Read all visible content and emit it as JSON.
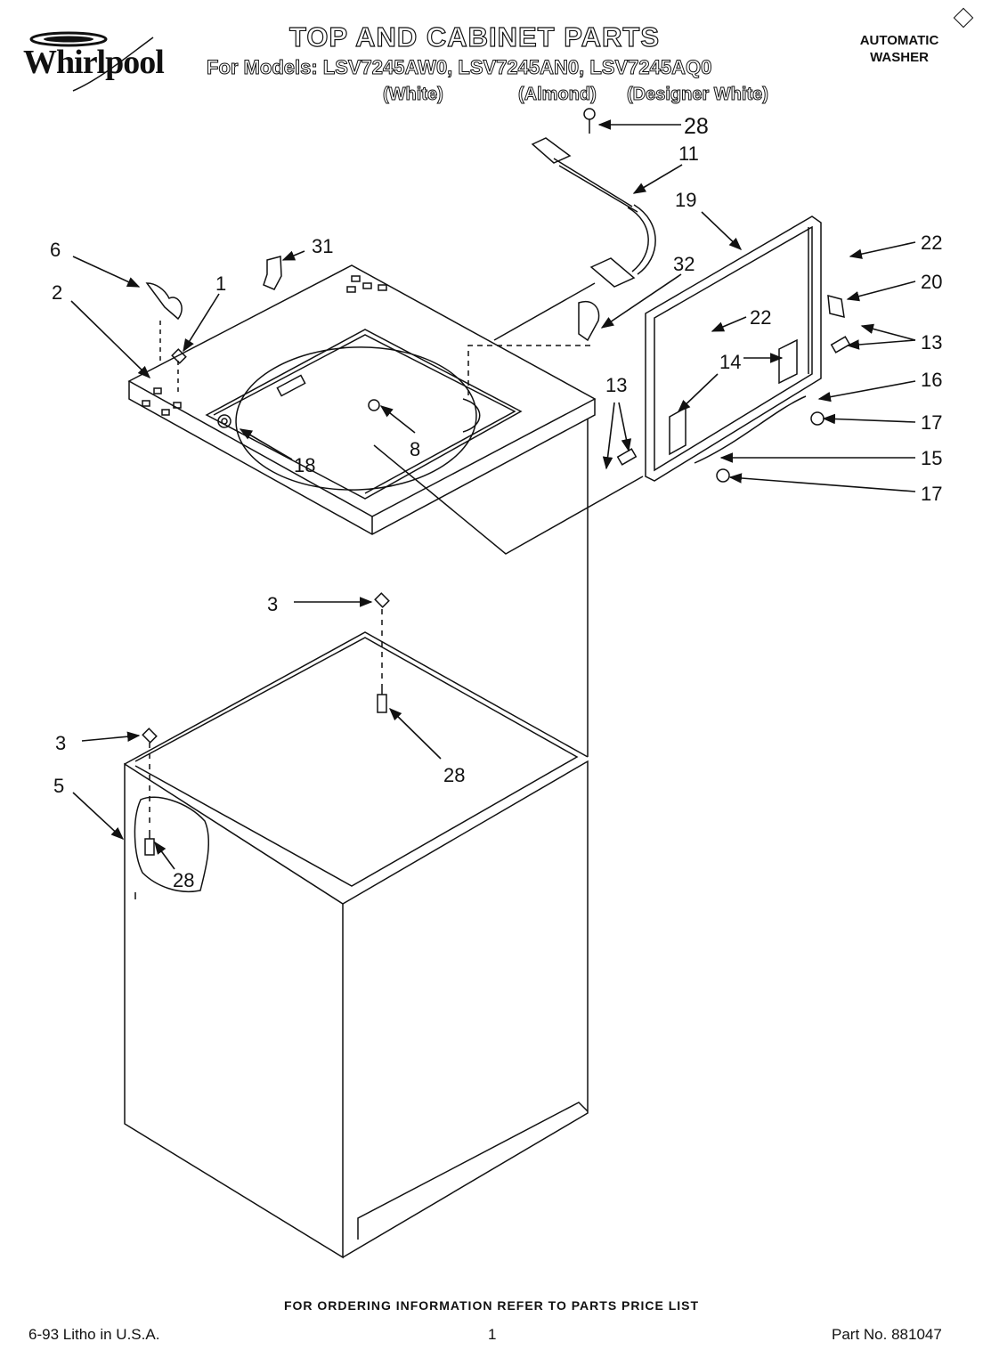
{
  "brand": "Whirlpool",
  "title": "TOP AND CABINET PARTS",
  "models_line": "For Models: LSV7245AW0, LSV7245AN0, LSV7245AQ0",
  "model_colors": [
    "(White)",
    "(Almond)",
    "(Designer White)"
  ],
  "product_type": [
    "AUTOMATIC",
    "WASHER"
  ],
  "callouts": {
    "c28_top": "28",
    "c11": "11",
    "c19": "19",
    "c22_a": "22",
    "c20": "20",
    "c22_b": "22",
    "c13_a": "13",
    "c14_a": "14",
    "c16": "16",
    "c17_a": "17",
    "c15": "15",
    "c17_b": "17",
    "c13_b": "13",
    "c6": "6",
    "c31": "31",
    "c1": "1",
    "c2": "2",
    "c32": "32",
    "c8": "8",
    "c18": "18",
    "c3_a": "3",
    "c28_mid": "28",
    "c3_b": "3",
    "c5": "5",
    "c28_low": "28"
  },
  "footer": {
    "ordering_note": "FOR ORDERING INFORMATION REFER TO PARTS PRICE LIST",
    "litho": "6-93 Litho in U.S.A.",
    "page": "1",
    "part_no": "Part No. 881047"
  }
}
